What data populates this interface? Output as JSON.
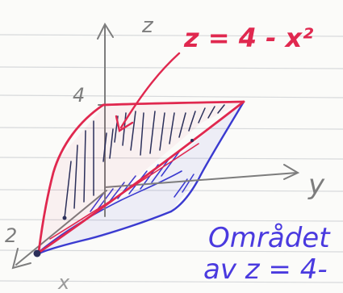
{
  "labels": {
    "z_axis": "z",
    "y_axis": "y",
    "x_axis": "x",
    "tick_z": "4",
    "tick_x": "2",
    "equation": "z = 4 - x²",
    "region_line1": "Området",
    "region_line2": "av z = 4-"
  },
  "colors": {
    "paper": "#fbfbf9",
    "ruling": "#d7d9db",
    "pencil": "#7d7d7d",
    "red": "#e0284f",
    "blue": "#3a3ad0",
    "ink_purple": "#4a3adf",
    "dark_navy": "#2b2f5a"
  }
}
